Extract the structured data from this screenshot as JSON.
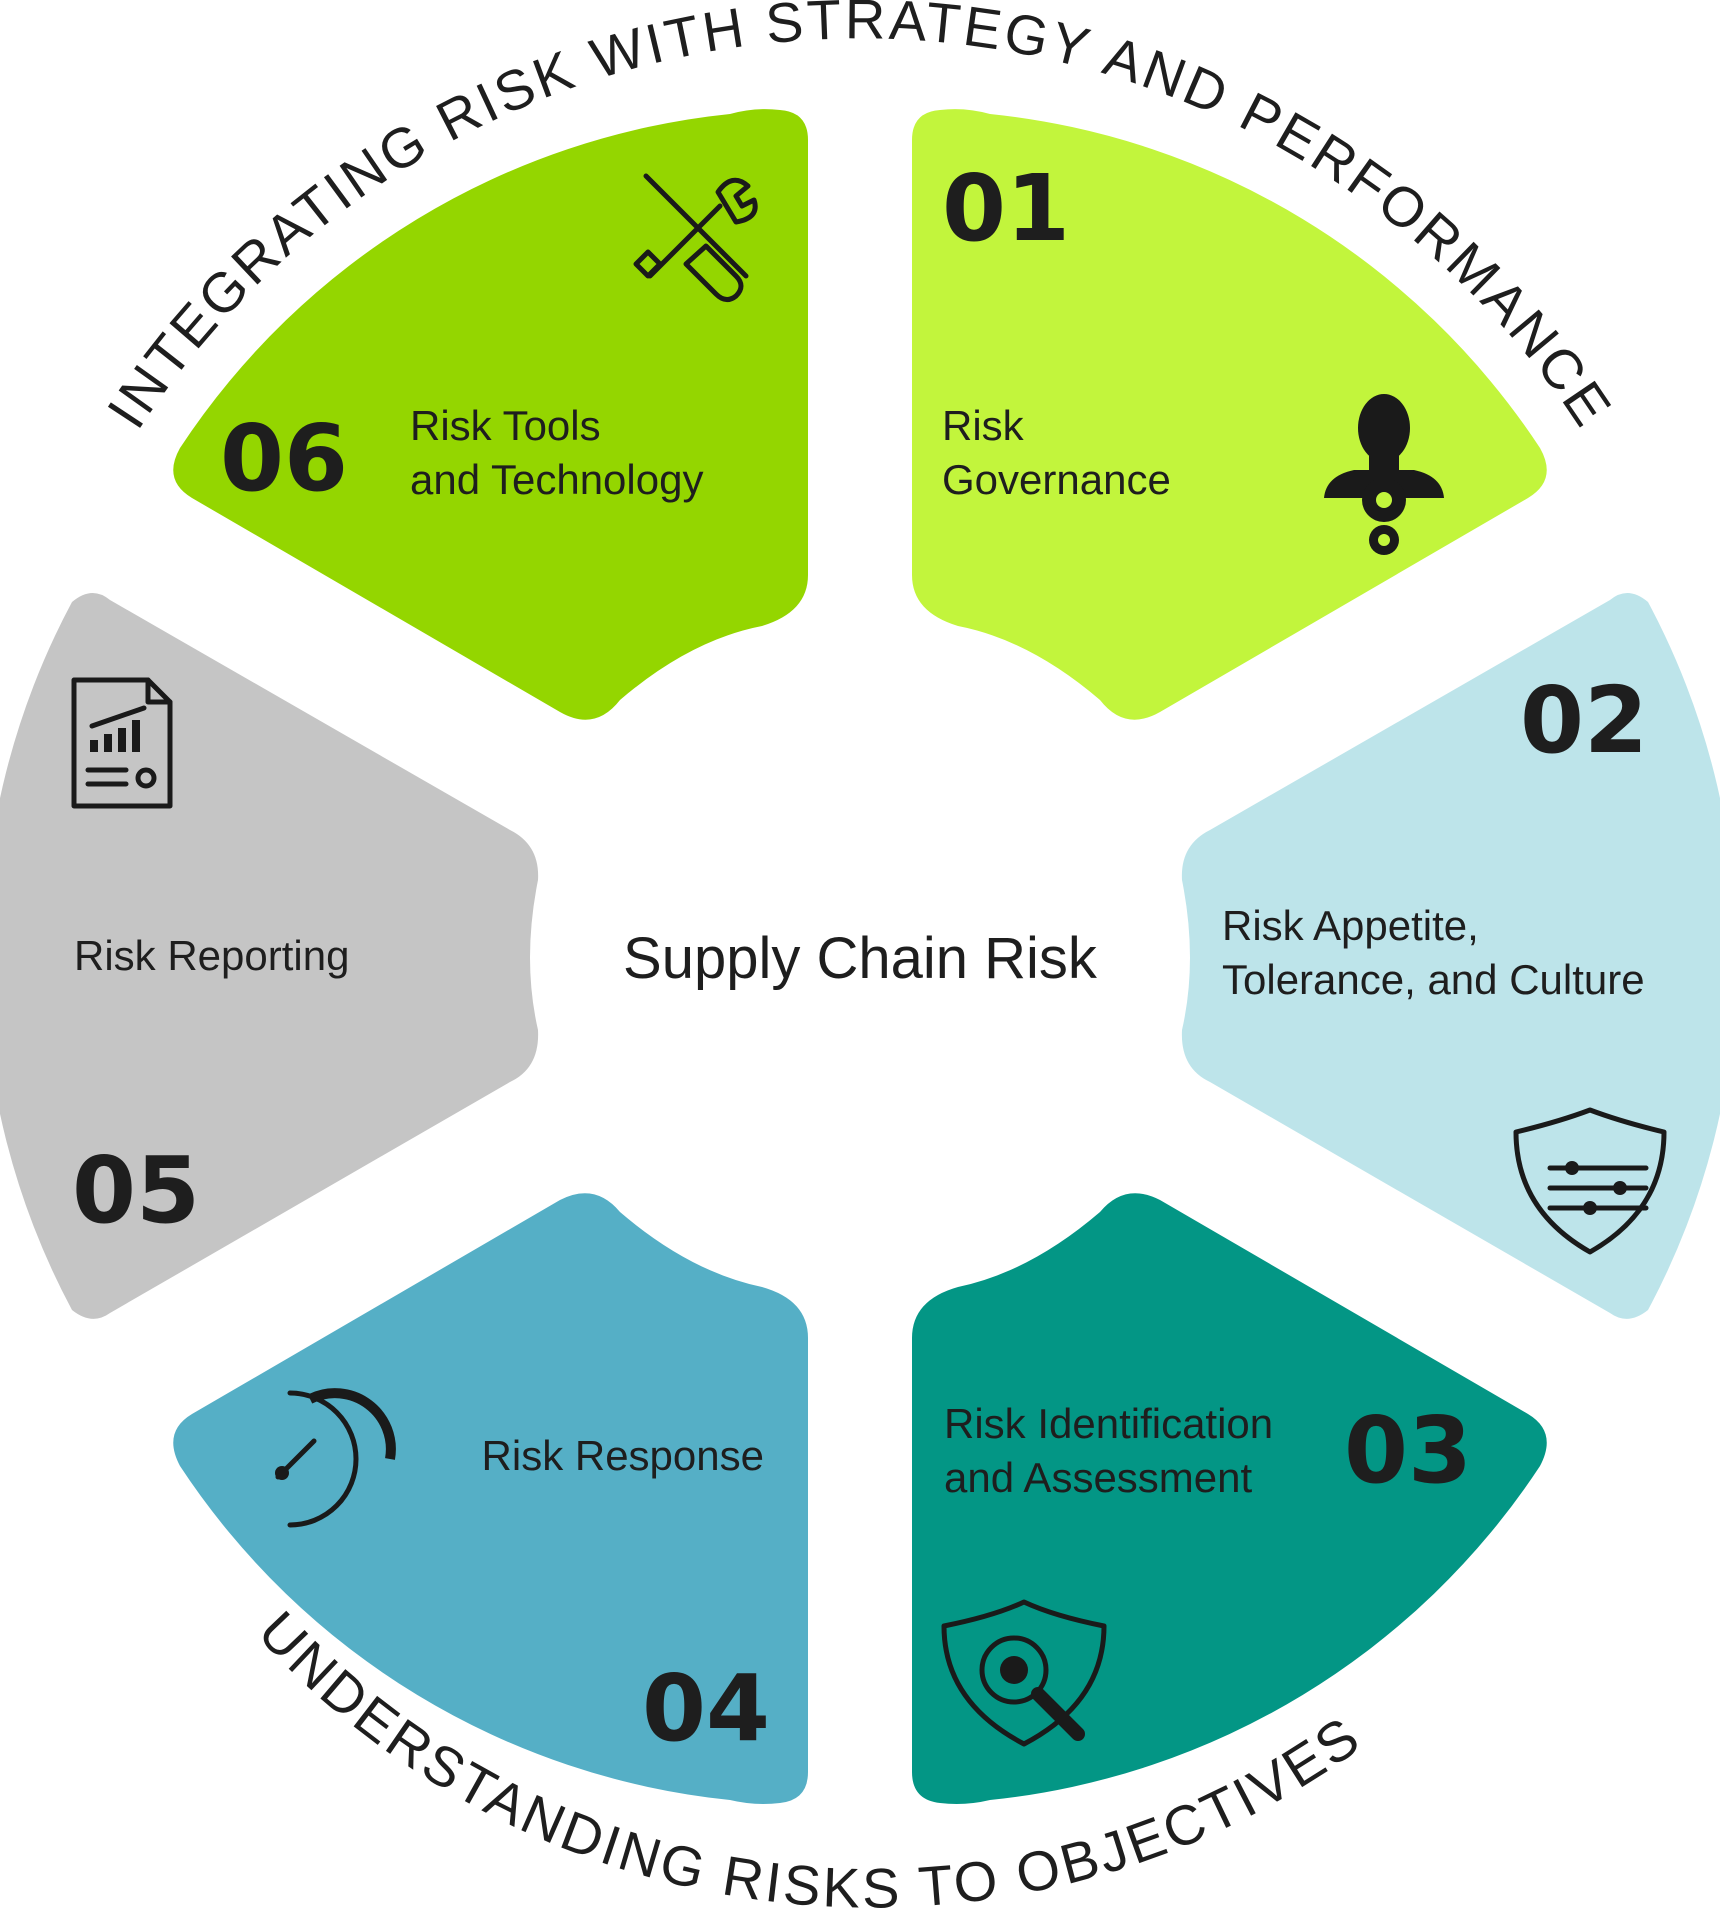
{
  "diagram": {
    "center_label": "Supply Chain Risk",
    "top_arc_text": "INTEGRATING RISK WITH STRATEGY AND PERFORMANCE",
    "bottom_arc_text": "UNDERSTANDING RISKS TO OBJECTIVES",
    "segments": [
      {
        "number": "01",
        "label_line1": "Risk",
        "label_line2": "Governance",
        "color": "#c2f53c",
        "icon": "person-gears-icon"
      },
      {
        "number": "02",
        "label_line1": "Risk Appetite,",
        "label_line2": "Tolerance, and Culture",
        "color": "#bde4ea",
        "icon": "shield-sliders-icon"
      },
      {
        "number": "03",
        "label_line1": "Risk Identification",
        "label_line2": "and Assessment",
        "color": "#039685",
        "icon": "shield-magnifier-icon"
      },
      {
        "number": "04",
        "label_line1": "Risk Response",
        "label_line2": "",
        "color": "#55afc6",
        "icon": "gauge-icon"
      },
      {
        "number": "05",
        "label_line1": "Risk Reporting",
        "label_line2": "",
        "color": "#c5c5c5",
        "icon": "report-chart-icon"
      },
      {
        "number": "06",
        "label_line1": "Risk Tools",
        "label_line2": "and Technology",
        "color": "#94d600",
        "icon": "tools-icon"
      }
    ]
  }
}
